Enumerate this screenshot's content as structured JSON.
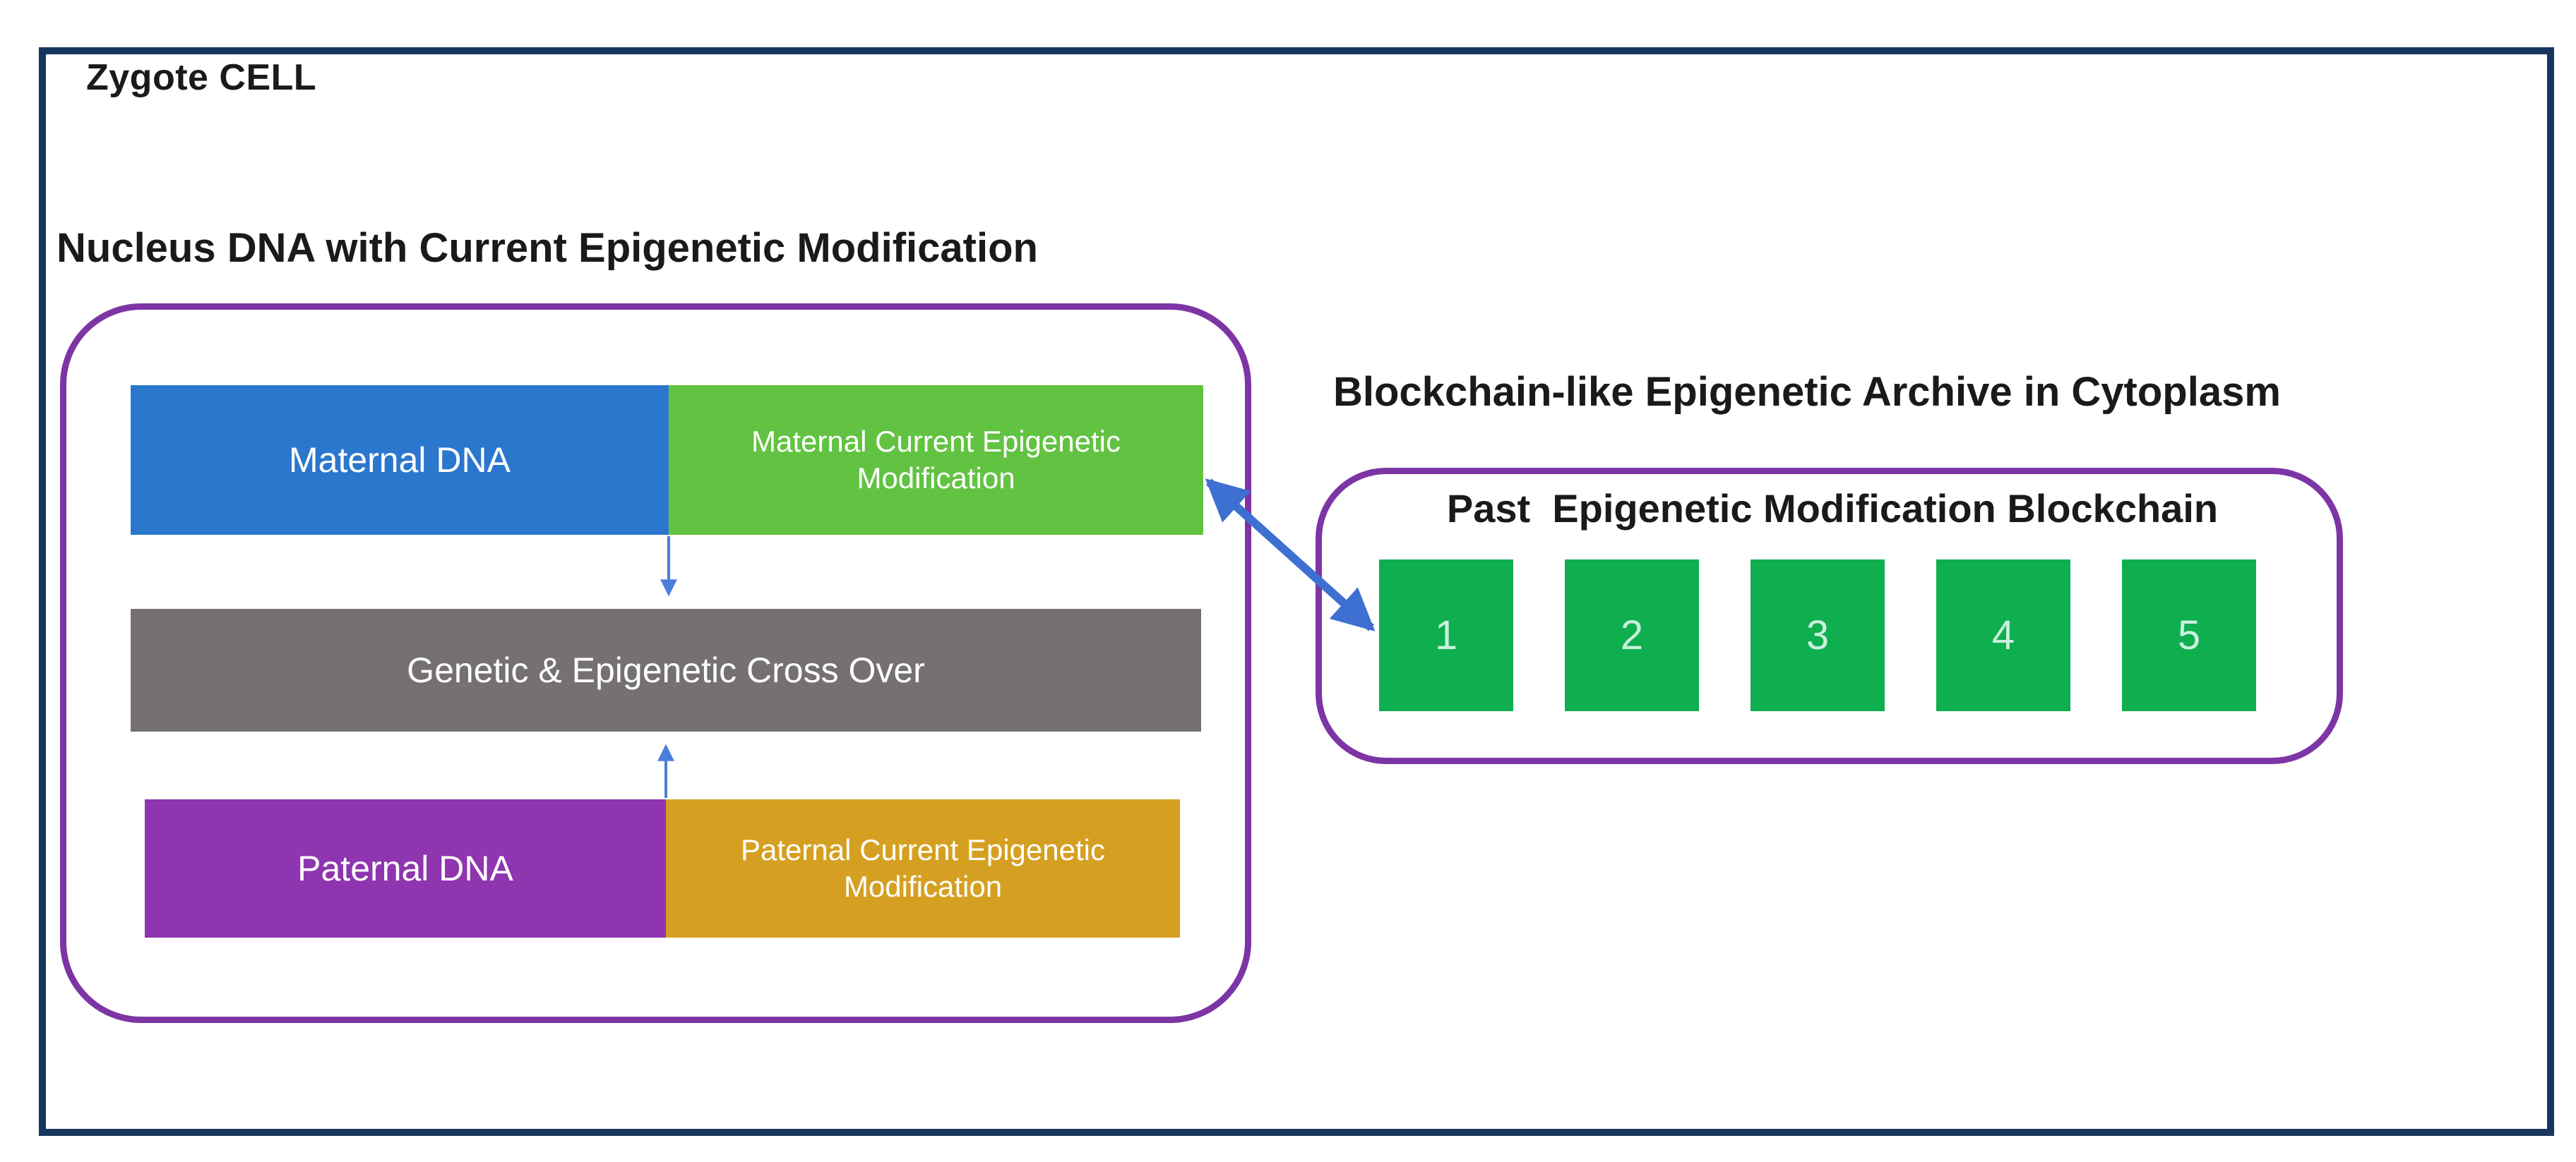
{
  "page": {
    "title": "Zygote CELL"
  },
  "nucleus": {
    "heading": "Nucleus DNA with Current Epigenetic Modification",
    "maternal_dna_label": "Maternal DNA",
    "maternal_epigenetic_label": "Maternal Current Epigenetic Modification",
    "crossover_label": "Genetic & Epigenetic Cross Over",
    "paternal_dna_label": "Paternal DNA",
    "paternal_epigenetic_label": "Paternal Current Epigenetic Modification"
  },
  "archive": {
    "heading": "Blockchain-like Epigenetic Archive in Cytoplasm",
    "label": "Past  Epigenetic Modification Blockchain",
    "blocks": [
      "1",
      "2",
      "3",
      "4",
      "5"
    ]
  },
  "colors": {
    "frame_navy": "#17365D",
    "container_purple_border": "#7D35A5",
    "maternal_dna_blue": "#2B77CE",
    "maternal_epigenetic_green": "#62C342",
    "crossover_gray": "#767171",
    "paternal_dna_violet": "#8E35AF",
    "paternal_epigenetic_gold": "#D5A021",
    "archive_block_green": "#0FAE4F",
    "archive_block_text": "#C9F1DC",
    "thin_arrow_blue": "#4A7EDC",
    "double_arrow_blue": "#3E70D1",
    "heading_text": "#1A1A1A"
  }
}
